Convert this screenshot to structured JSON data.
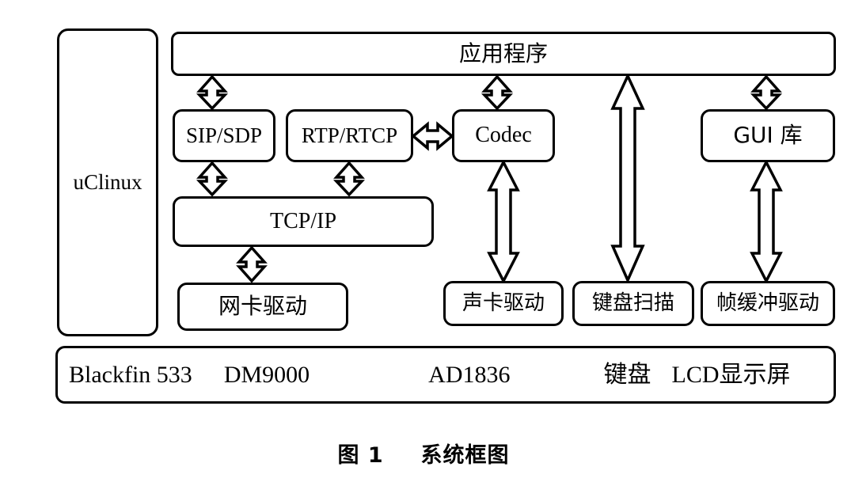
{
  "figure": {
    "caption_label": "图 1",
    "caption_title": "系统框图"
  },
  "diagram": {
    "type": "block-diagram",
    "os_block": {
      "label": "uClinux"
    },
    "application_block": {
      "label": "应用程序"
    },
    "middleware_blocks": [
      {
        "id": "sip-sdp",
        "label": "SIP/SDP"
      },
      {
        "id": "rtp-rtcp",
        "label": "RTP/RTCP"
      },
      {
        "id": "codec",
        "label": "Codec"
      },
      {
        "id": "gui-lib",
        "label": "GUI 库"
      }
    ],
    "protocol_block": {
      "label": "TCP/IP"
    },
    "driver_blocks": [
      {
        "id": "net-card-driver",
        "label": "网卡驱动"
      },
      {
        "id": "sound-card-driver",
        "label": "声卡驱动"
      },
      {
        "id": "keyboard-scan",
        "label": "键盘扫描"
      },
      {
        "id": "frame-buffer-driver",
        "label": "帧缓冲驱动"
      }
    ],
    "hardware_bar": {
      "items": [
        {
          "id": "cpu",
          "label": "Blackfin 533"
        },
        {
          "id": "ethernet",
          "label": "DM9000"
        },
        {
          "id": "audio-codec",
          "label": "AD1836"
        },
        {
          "id": "keyboard",
          "label": "键盘"
        },
        {
          "id": "lcd",
          "label": "LCD显示屏"
        }
      ]
    },
    "connections": [
      {
        "from": "应用程序",
        "to": "SIP/SDP",
        "style": "double-headed-vertical"
      },
      {
        "from": "应用程序",
        "to": "Codec",
        "style": "double-headed-vertical"
      },
      {
        "from": "应用程序",
        "to": "键盘扫描",
        "style": "double-headed-vertical"
      },
      {
        "from": "应用程序",
        "to": "GUI 库",
        "style": "double-headed-vertical"
      },
      {
        "from": "RTP/RTCP",
        "to": "Codec",
        "style": "double-headed-horizontal"
      },
      {
        "from": "SIP/SDP",
        "to": "TCP/IP",
        "style": "double-headed-vertical"
      },
      {
        "from": "RTP/RTCP",
        "to": "TCP/IP",
        "style": "double-headed-vertical"
      },
      {
        "from": "TCP/IP",
        "to": "网卡驱动",
        "style": "double-headed-vertical"
      },
      {
        "from": "Codec",
        "to": "声卡驱动",
        "style": "double-headed-vertical"
      },
      {
        "from": "GUI 库",
        "to": "帧缓冲驱动",
        "style": "double-headed-vertical"
      }
    ]
  },
  "colors": {
    "stroke": "#000000",
    "background": "#ffffff"
  }
}
